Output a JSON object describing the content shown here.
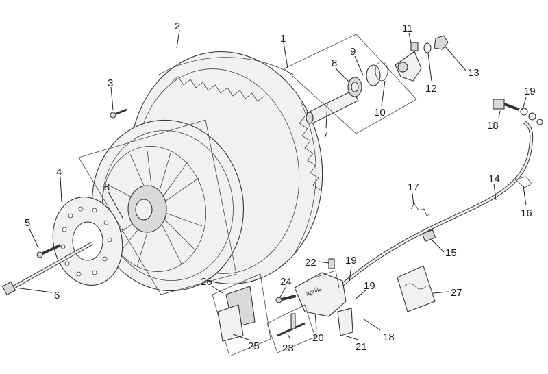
{
  "diagram": {
    "callouts": [
      {
        "id": "c1",
        "label": "1"
      },
      {
        "id": "c2",
        "label": "2"
      },
      {
        "id": "c3",
        "label": "3"
      },
      {
        "id": "c4",
        "label": "4"
      },
      {
        "id": "c5",
        "label": "5"
      },
      {
        "id": "c6",
        "label": "6"
      },
      {
        "id": "c7",
        "label": "7"
      },
      {
        "id": "c8a",
        "label": "8"
      },
      {
        "id": "c8b",
        "label": "8"
      },
      {
        "id": "c9",
        "label": "9"
      },
      {
        "id": "c10",
        "label": "10"
      },
      {
        "id": "c11",
        "label": "11"
      },
      {
        "id": "c12",
        "label": "12"
      },
      {
        "id": "c13",
        "label": "13"
      },
      {
        "id": "c14",
        "label": "14"
      },
      {
        "id": "c15",
        "label": "15"
      },
      {
        "id": "c16",
        "label": "16"
      },
      {
        "id": "c17",
        "label": "17"
      },
      {
        "id": "c18a",
        "label": "18"
      },
      {
        "id": "c18b",
        "label": "18"
      },
      {
        "id": "c19a",
        "label": "19"
      },
      {
        "id": "c19b",
        "label": "19"
      },
      {
        "id": "c19c",
        "label": "19"
      },
      {
        "id": "c20",
        "label": "20"
      },
      {
        "id": "c21",
        "label": "21"
      },
      {
        "id": "c22",
        "label": "22"
      },
      {
        "id": "c23",
        "label": "23"
      },
      {
        "id": "c24",
        "label": "24"
      },
      {
        "id": "c25",
        "label": "25"
      },
      {
        "id": "c26",
        "label": "26"
      },
      {
        "id": "c27",
        "label": "27"
      }
    ]
  }
}
